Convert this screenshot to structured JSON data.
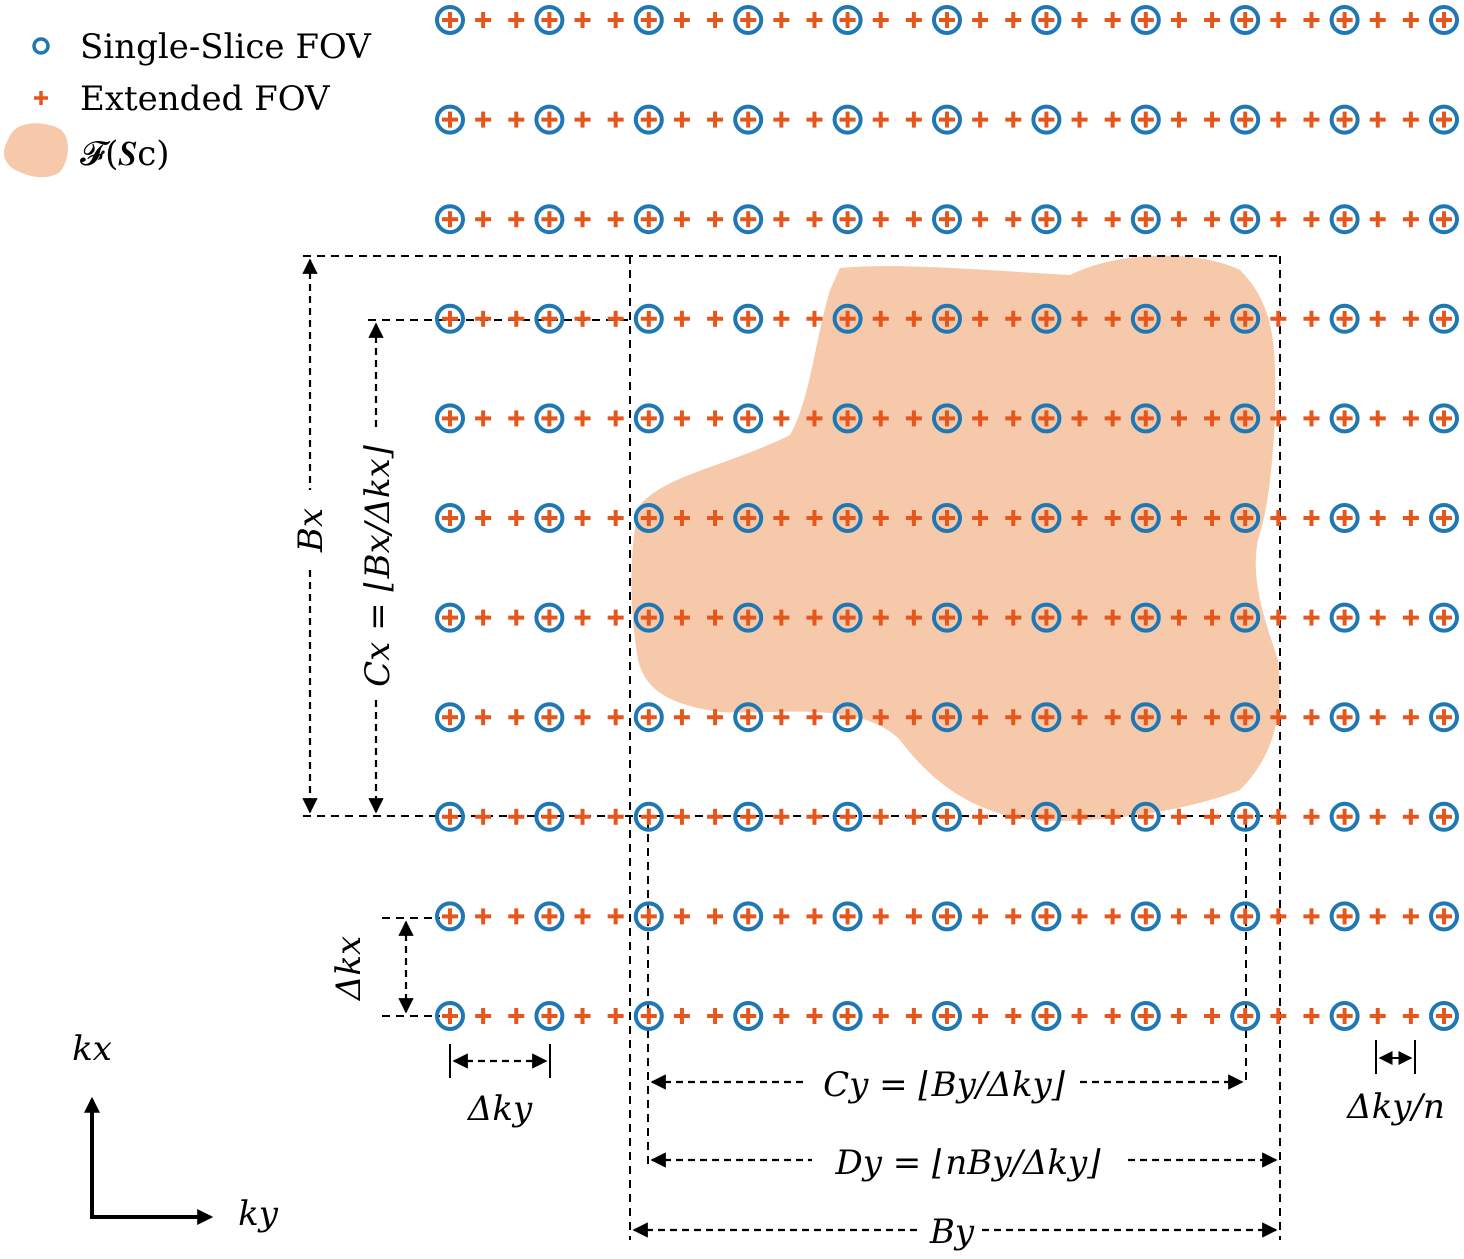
{
  "legend": {
    "items": [
      {
        "marker": "blue-circle",
        "label": "Single-Slice FOV"
      },
      {
        "marker": "orange-plus",
        "label": "Extended FOV"
      },
      {
        "marker": "peach-blob",
        "label": "𝓕(𝑺c)"
      }
    ]
  },
  "colors": {
    "single_slice": "#1f77b4",
    "extended": "#e4561c",
    "blob": "#f7c9ab",
    "lines": "#000000"
  },
  "labels": {
    "Bx": "Bx",
    "Cx": "Cx = ⌊Bx/Δkx⌋",
    "dkx": "Δkx",
    "dky": "Δky",
    "Cy": "Cy = ⌊By/Δky⌋",
    "Dy": "Dy = ⌊nBy/Δky⌋",
    "By": "By",
    "dky_n": "Δky/n",
    "axis_kx": "kx",
    "axis_ky": "ky"
  }
}
